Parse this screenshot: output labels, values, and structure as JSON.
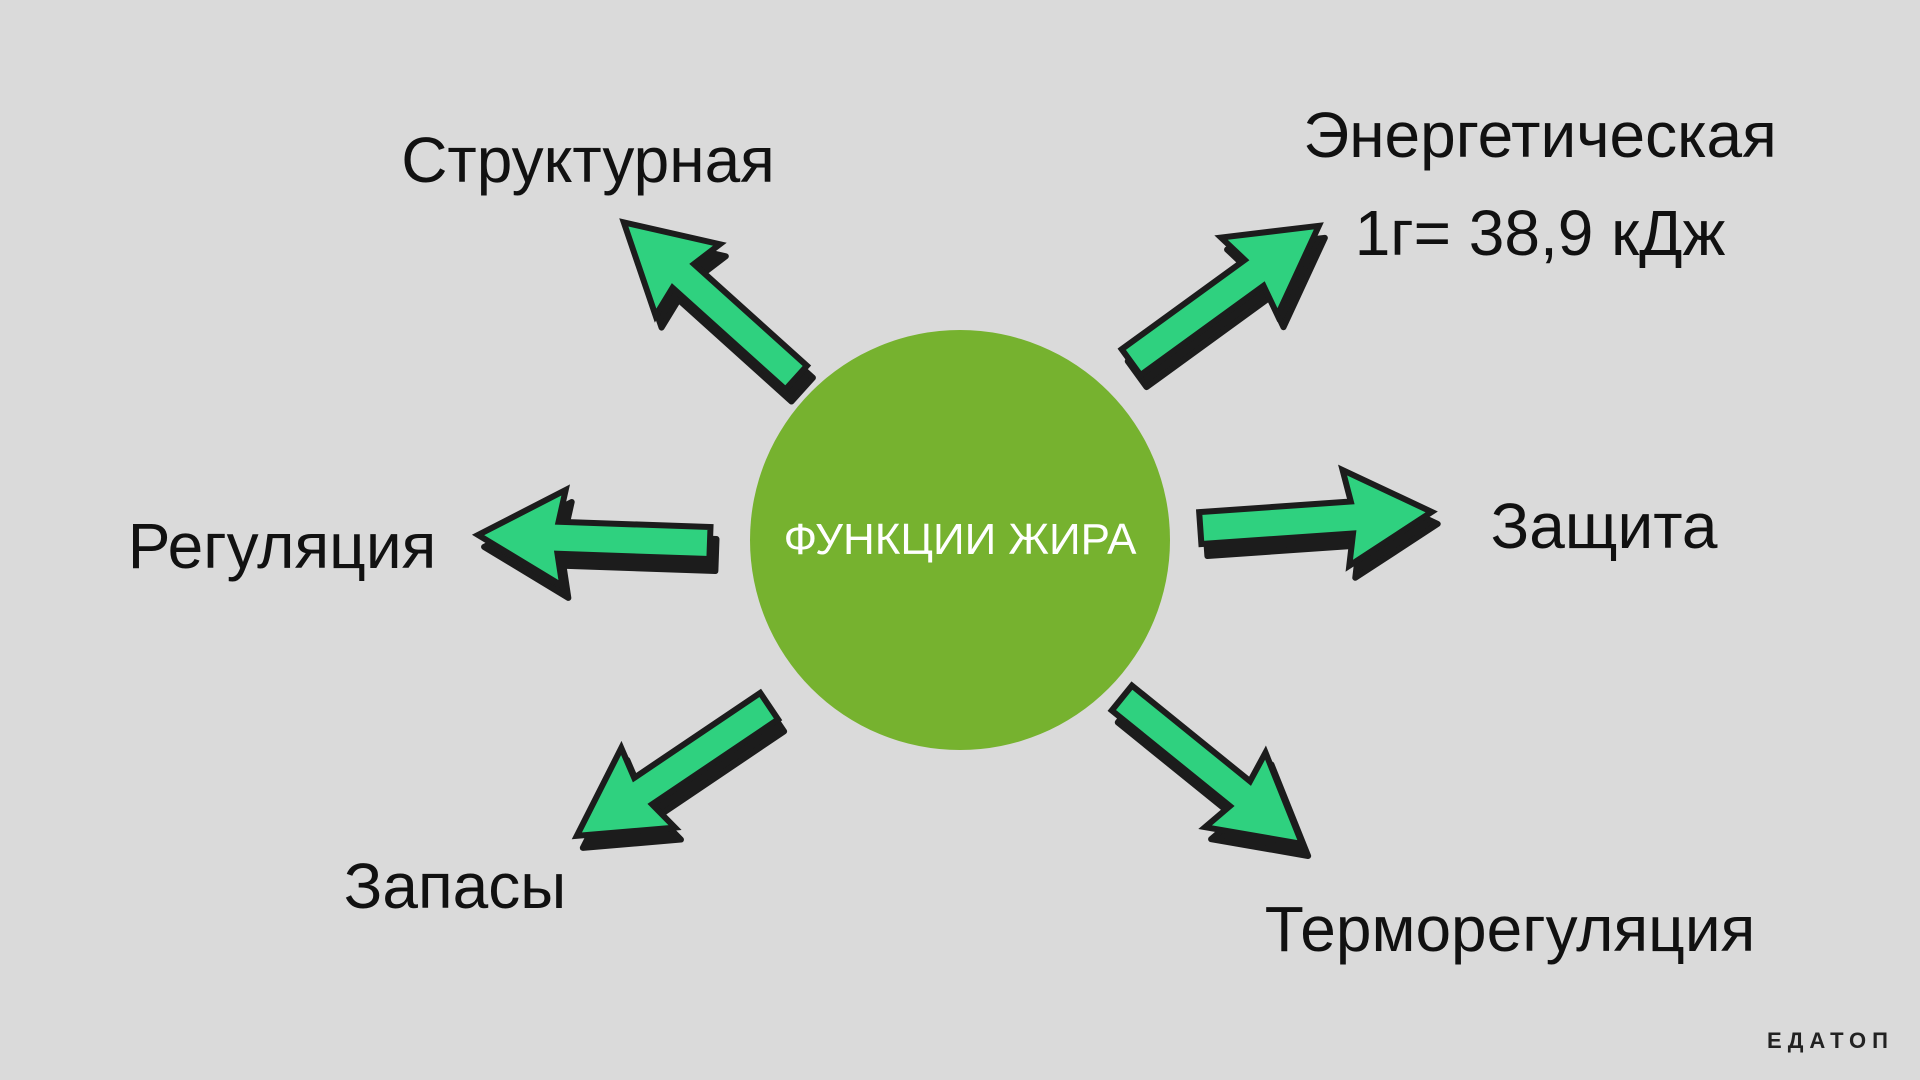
{
  "center": {
    "label": "ФУНКЦИИ ЖИРА",
    "color": "#76b22f"
  },
  "functions": [
    {
      "id": "structural",
      "label": "Структурная"
    },
    {
      "id": "energy",
      "label": "Энергетическая",
      "sublabel": "1г= 38,9 кДж"
    },
    {
      "id": "protection",
      "label": "Защита"
    },
    {
      "id": "regulation",
      "label": "Регуляция"
    },
    {
      "id": "reserves",
      "label": "Запасы"
    },
    {
      "id": "thermoregulation",
      "label": "Терморегуляция"
    }
  ],
  "arrow_color": "#2fd17f",
  "brand": "ЕДАТОП"
}
